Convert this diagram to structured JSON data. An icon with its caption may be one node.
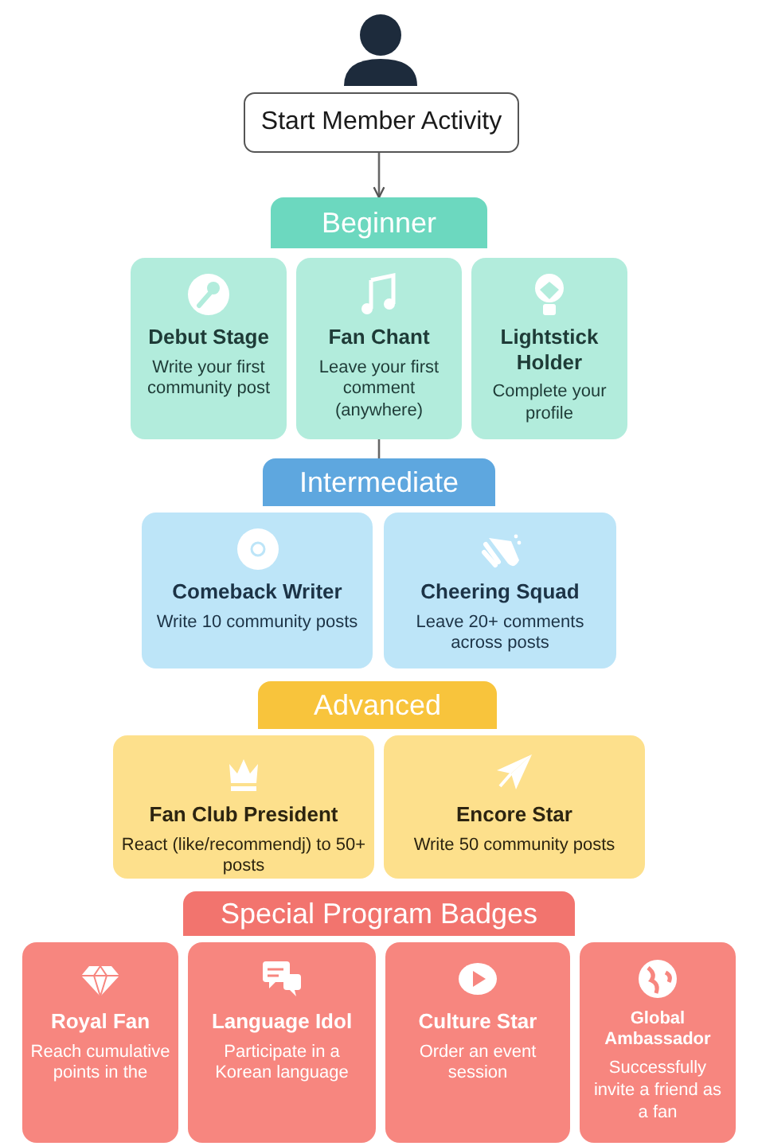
{
  "diagram": {
    "nodes": [
      {
        "text": [
          "Start Member Activity"
        ]
      },
      {
        "text": [
          "Beginner"
        ]
      },
      {
        "text": [
          "Debut Stage",
          "Write your first community post"
        ]
      },
      {
        "text": [
          "Fan Chant",
          "Leave your first comment (anywhere)"
        ]
      },
      {
        "text": [
          "Lightstick Holder",
          "Complete your profile"
        ]
      },
      {
        "text": [
          "Intermediate"
        ]
      },
      {
        "text": [
          "Comeback Writer",
          "Write 10 community posts"
        ]
      },
      {
        "text": [
          "Cheering Squad",
          "Leave 20+ comments across posts"
        ]
      },
      {
        "text": [
          "Advanced"
        ]
      },
      {
        "text": [
          "Fan Club President",
          "React (like/recommendj) to 50+ posts"
        ]
      },
      {
        "text": [
          "Encore Star",
          "Write 50 community posts"
        ]
      },
      {
        "text": [
          "Special Program Badges"
        ]
      },
      {
        "text": [
          "Royal Fan",
          "Reach cumulative points in the"
        ]
      },
      {
        "text": [
          "Language Idol",
          "Participate in a Korean language"
        ]
      },
      {
        "text": [
          "Culture Star",
          "Order an event session"
        ]
      },
      {
        "text": [
          "Global Ambassador",
          "Successfully invite a friend as a fan"
        ]
      }
    ],
    "edges": [
      {
        "from": 0,
        "to": 1,
        "arrow": "to"
      },
      {
        "from": 3,
        "to": 5,
        "arrow": "none"
      }
    ]
  }
}
